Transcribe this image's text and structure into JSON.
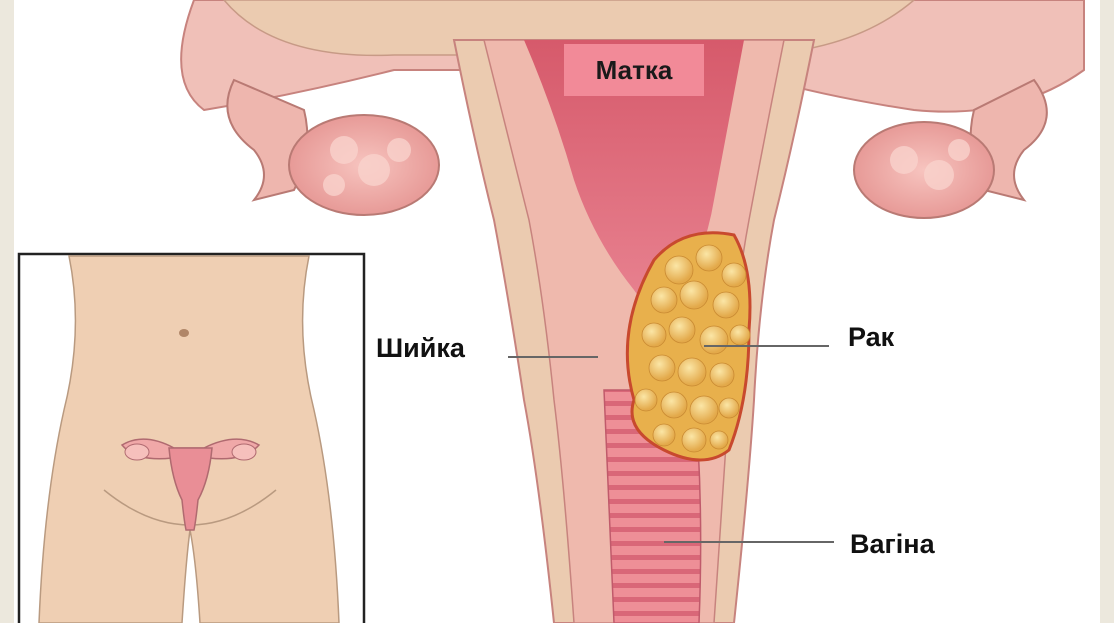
{
  "labels": {
    "uterus": "Матка",
    "cervix": "Шийка",
    "cancer": "Рак",
    "vagina": "Вагіна"
  },
  "colors": {
    "background": "#ece8dd",
    "panel": "#ffffff",
    "tissue_pink": "#eeb0aa",
    "tissue_beige": "#ebcbb0",
    "cavity_red": "#d9606f",
    "tumor_yellow": "#f0c65e",
    "skin": "#efcfb3",
    "label_highlight": "#f28a98"
  },
  "icons": [
    "uterus-anatomy-illustration",
    "body-silhouette-inset"
  ]
}
